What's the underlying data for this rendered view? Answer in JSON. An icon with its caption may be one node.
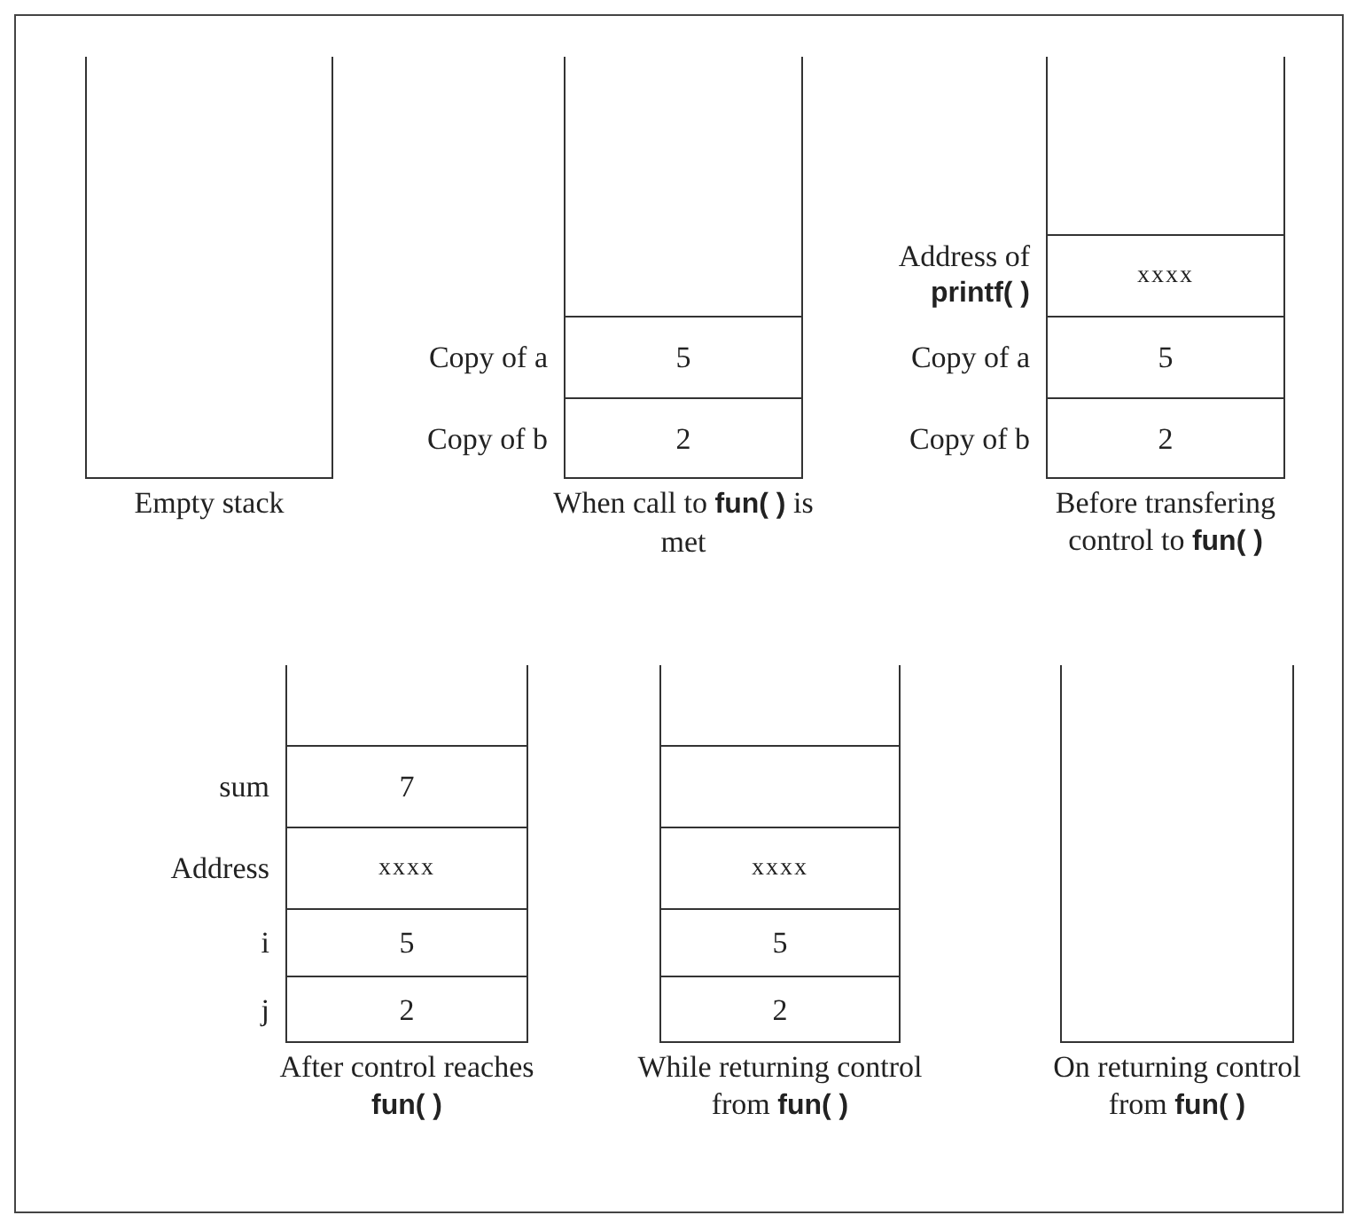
{
  "diagram": {
    "nodes": [
      {
        "text": [
          "Empty stack"
        ]
      },
      {
        "text": [
          "When call to **fun( )** is met"
        ]
      },
      {
        "text": [
          "5"
        ],
        "in": 1,
        "beside": [
          "Copy of a"
        ]
      },
      {
        "text": [
          "2"
        ],
        "in": 1,
        "beside": [
          "Copy of b"
        ]
      },
      {
        "text": [
          "Before transfering control to **fun( )**"
        ]
      },
      {
        "text": [
          "xxxx"
        ],
        "in": 4,
        "beside": [
          "Address of **printf( )**"
        ]
      },
      {
        "text": [
          "5"
        ],
        "in": 4,
        "beside": [
          "Copy of a"
        ]
      },
      {
        "text": [
          "2"
        ],
        "in": 4,
        "beside": [
          "Copy of b"
        ]
      },
      {
        "text": [
          "After control reaches **fun( )**"
        ]
      },
      {
        "text": [
          "7"
        ],
        "in": 8,
        "beside": [
          "sum"
        ]
      },
      {
        "text": [
          "xxxx"
        ],
        "in": 8,
        "beside": [
          "Address"
        ]
      },
      {
        "text": [
          "5"
        ],
        "in": 8,
        "beside": [
          "i"
        ]
      },
      {
        "text": [
          "2"
        ],
        "in": 8,
        "beside": [
          "j"
        ]
      },
      {
        "text": [
          "While returning control from **fun( )**"
        ]
      },
      {
        "text": [],
        "shape": "box",
        "in": 13
      },
      {
        "text": [
          "xxxx"
        ],
        "in": 13
      },
      {
        "text": [
          "5"
        ],
        "in": 13
      },
      {
        "text": [
          "2"
        ],
        "in": 13
      },
      {
        "text": [
          "On returning control from **fun( )**"
        ]
      }
    ],
    "edges": []
  }
}
